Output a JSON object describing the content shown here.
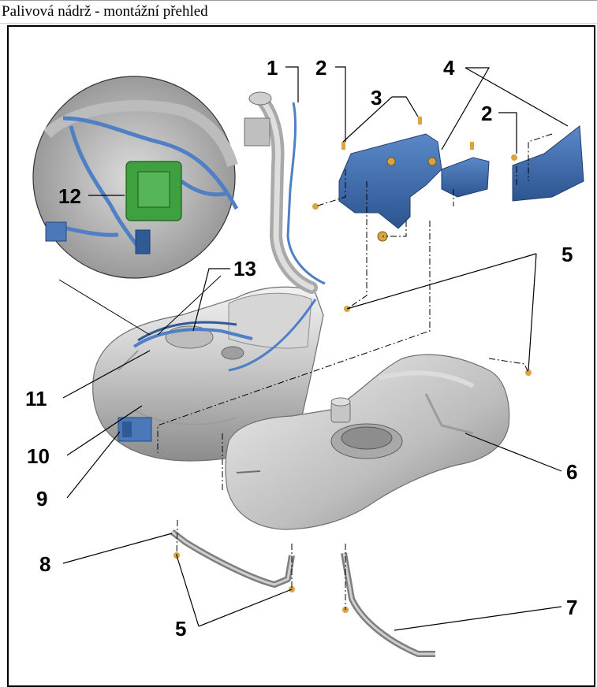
{
  "window": {
    "title": "Palivová nádrž - montážní přehled"
  },
  "callouts": [
    {
      "id": "label-1",
      "text": "1"
    },
    {
      "id": "label-2a",
      "text": "2"
    },
    {
      "id": "label-2b",
      "text": "2"
    },
    {
      "id": "label-3",
      "text": "3"
    },
    {
      "id": "label-4",
      "text": "4"
    },
    {
      "id": "label-5a",
      "text": "5"
    },
    {
      "id": "label-5b",
      "text": "5"
    },
    {
      "id": "label-6",
      "text": "6"
    },
    {
      "id": "label-7",
      "text": "7"
    },
    {
      "id": "label-8",
      "text": "8"
    },
    {
      "id": "label-9",
      "text": "9"
    },
    {
      "id": "label-10",
      "text": "10"
    },
    {
      "id": "label-11",
      "text": "11"
    },
    {
      "id": "label-12",
      "text": "12"
    },
    {
      "id": "label-13",
      "text": "13"
    }
  ],
  "colors": {
    "tank_light": "#e4e4e4",
    "tank_mid": "#b9b9b9",
    "tank_dark": "#8a8a8a",
    "shield_blue": "#4a78b8",
    "shield_dark": "#2f5a96",
    "hose_blue": "#4f7fc4",
    "module_green": "#3fa03f",
    "nut_gold": "#d9a441"
  }
}
